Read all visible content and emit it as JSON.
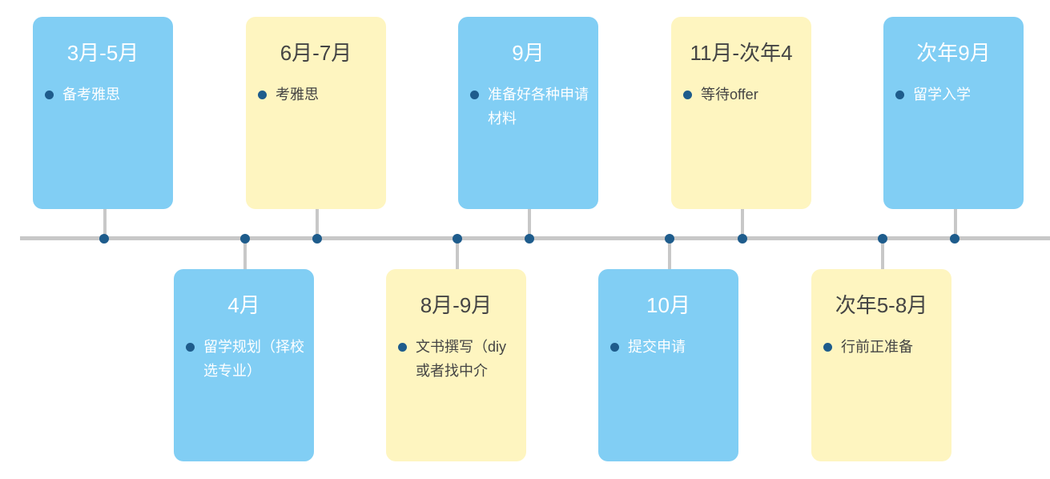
{
  "colors": {
    "card_blue": "#81cef4",
    "card_yellow": "#fef5c0",
    "dot": "#1e5c8c",
    "line": "#c8c8c8"
  },
  "milestones": [
    {
      "title": "3月-5月",
      "item": "备考雅思"
    },
    {
      "title": "4月",
      "item": "留学规划（择校选专业）"
    },
    {
      "title": "6月-7月",
      "item": "考雅思"
    },
    {
      "title": "8月-9月",
      "item": "文书撰写（diy或者找中介"
    },
    {
      "title": "9月",
      "item": "准备好各种申请材料"
    },
    {
      "title": "10月",
      "item": "提交申请"
    },
    {
      "title": "11月-次年4",
      "item": "等待offer"
    },
    {
      "title": "次年5-8月",
      "item": "行前正准备"
    },
    {
      "title": "次年9月",
      "item": "留学入学"
    }
  ]
}
